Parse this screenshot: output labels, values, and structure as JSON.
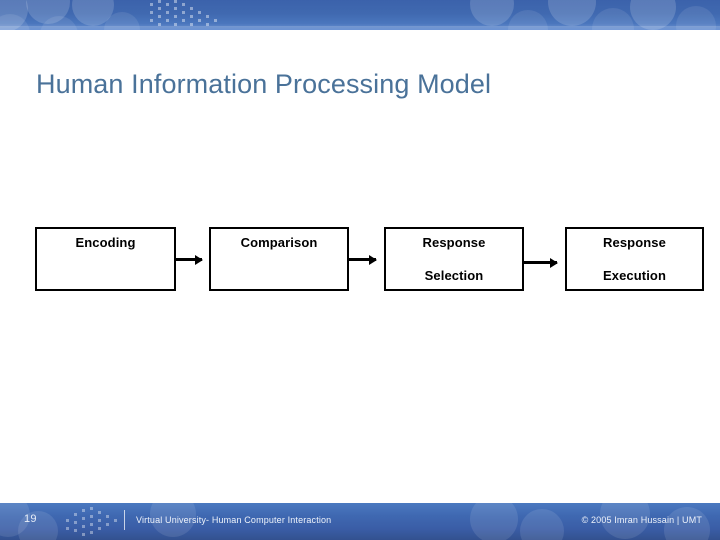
{
  "slide": {
    "title": "Human Information Processing Model",
    "title_color": "#4a7299",
    "background_color": "#ffffff",
    "header_color": "#4069b0",
    "footer_color": "#3a5da6"
  },
  "diagram": {
    "type": "flow",
    "orientation": "left-to-right",
    "box_border_color": "#000000",
    "box_fill_color": "#ffffff",
    "box_text_color": "#000000",
    "arrow_color": "#000000",
    "nodes": [
      {
        "id": "encoding",
        "line1": "Encoding",
        "line2": ""
      },
      {
        "id": "comparison",
        "line1": "Comparison",
        "line2": ""
      },
      {
        "id": "response-selection",
        "line1": "Response",
        "line2": "Selection"
      },
      {
        "id": "response-execution",
        "line1": "Response",
        "line2": "Execution"
      }
    ],
    "arrows": [
      {
        "from": "encoding",
        "to": "comparison"
      },
      {
        "from": "comparison",
        "to": "response-selection"
      },
      {
        "from": "response-selection",
        "to": "response-execution"
      }
    ]
  },
  "footer": {
    "slide_number": "19",
    "center_text": "Virtual University- Human Computer Interaction",
    "copyright": "© 2005 Imran Hussain | UMT"
  }
}
